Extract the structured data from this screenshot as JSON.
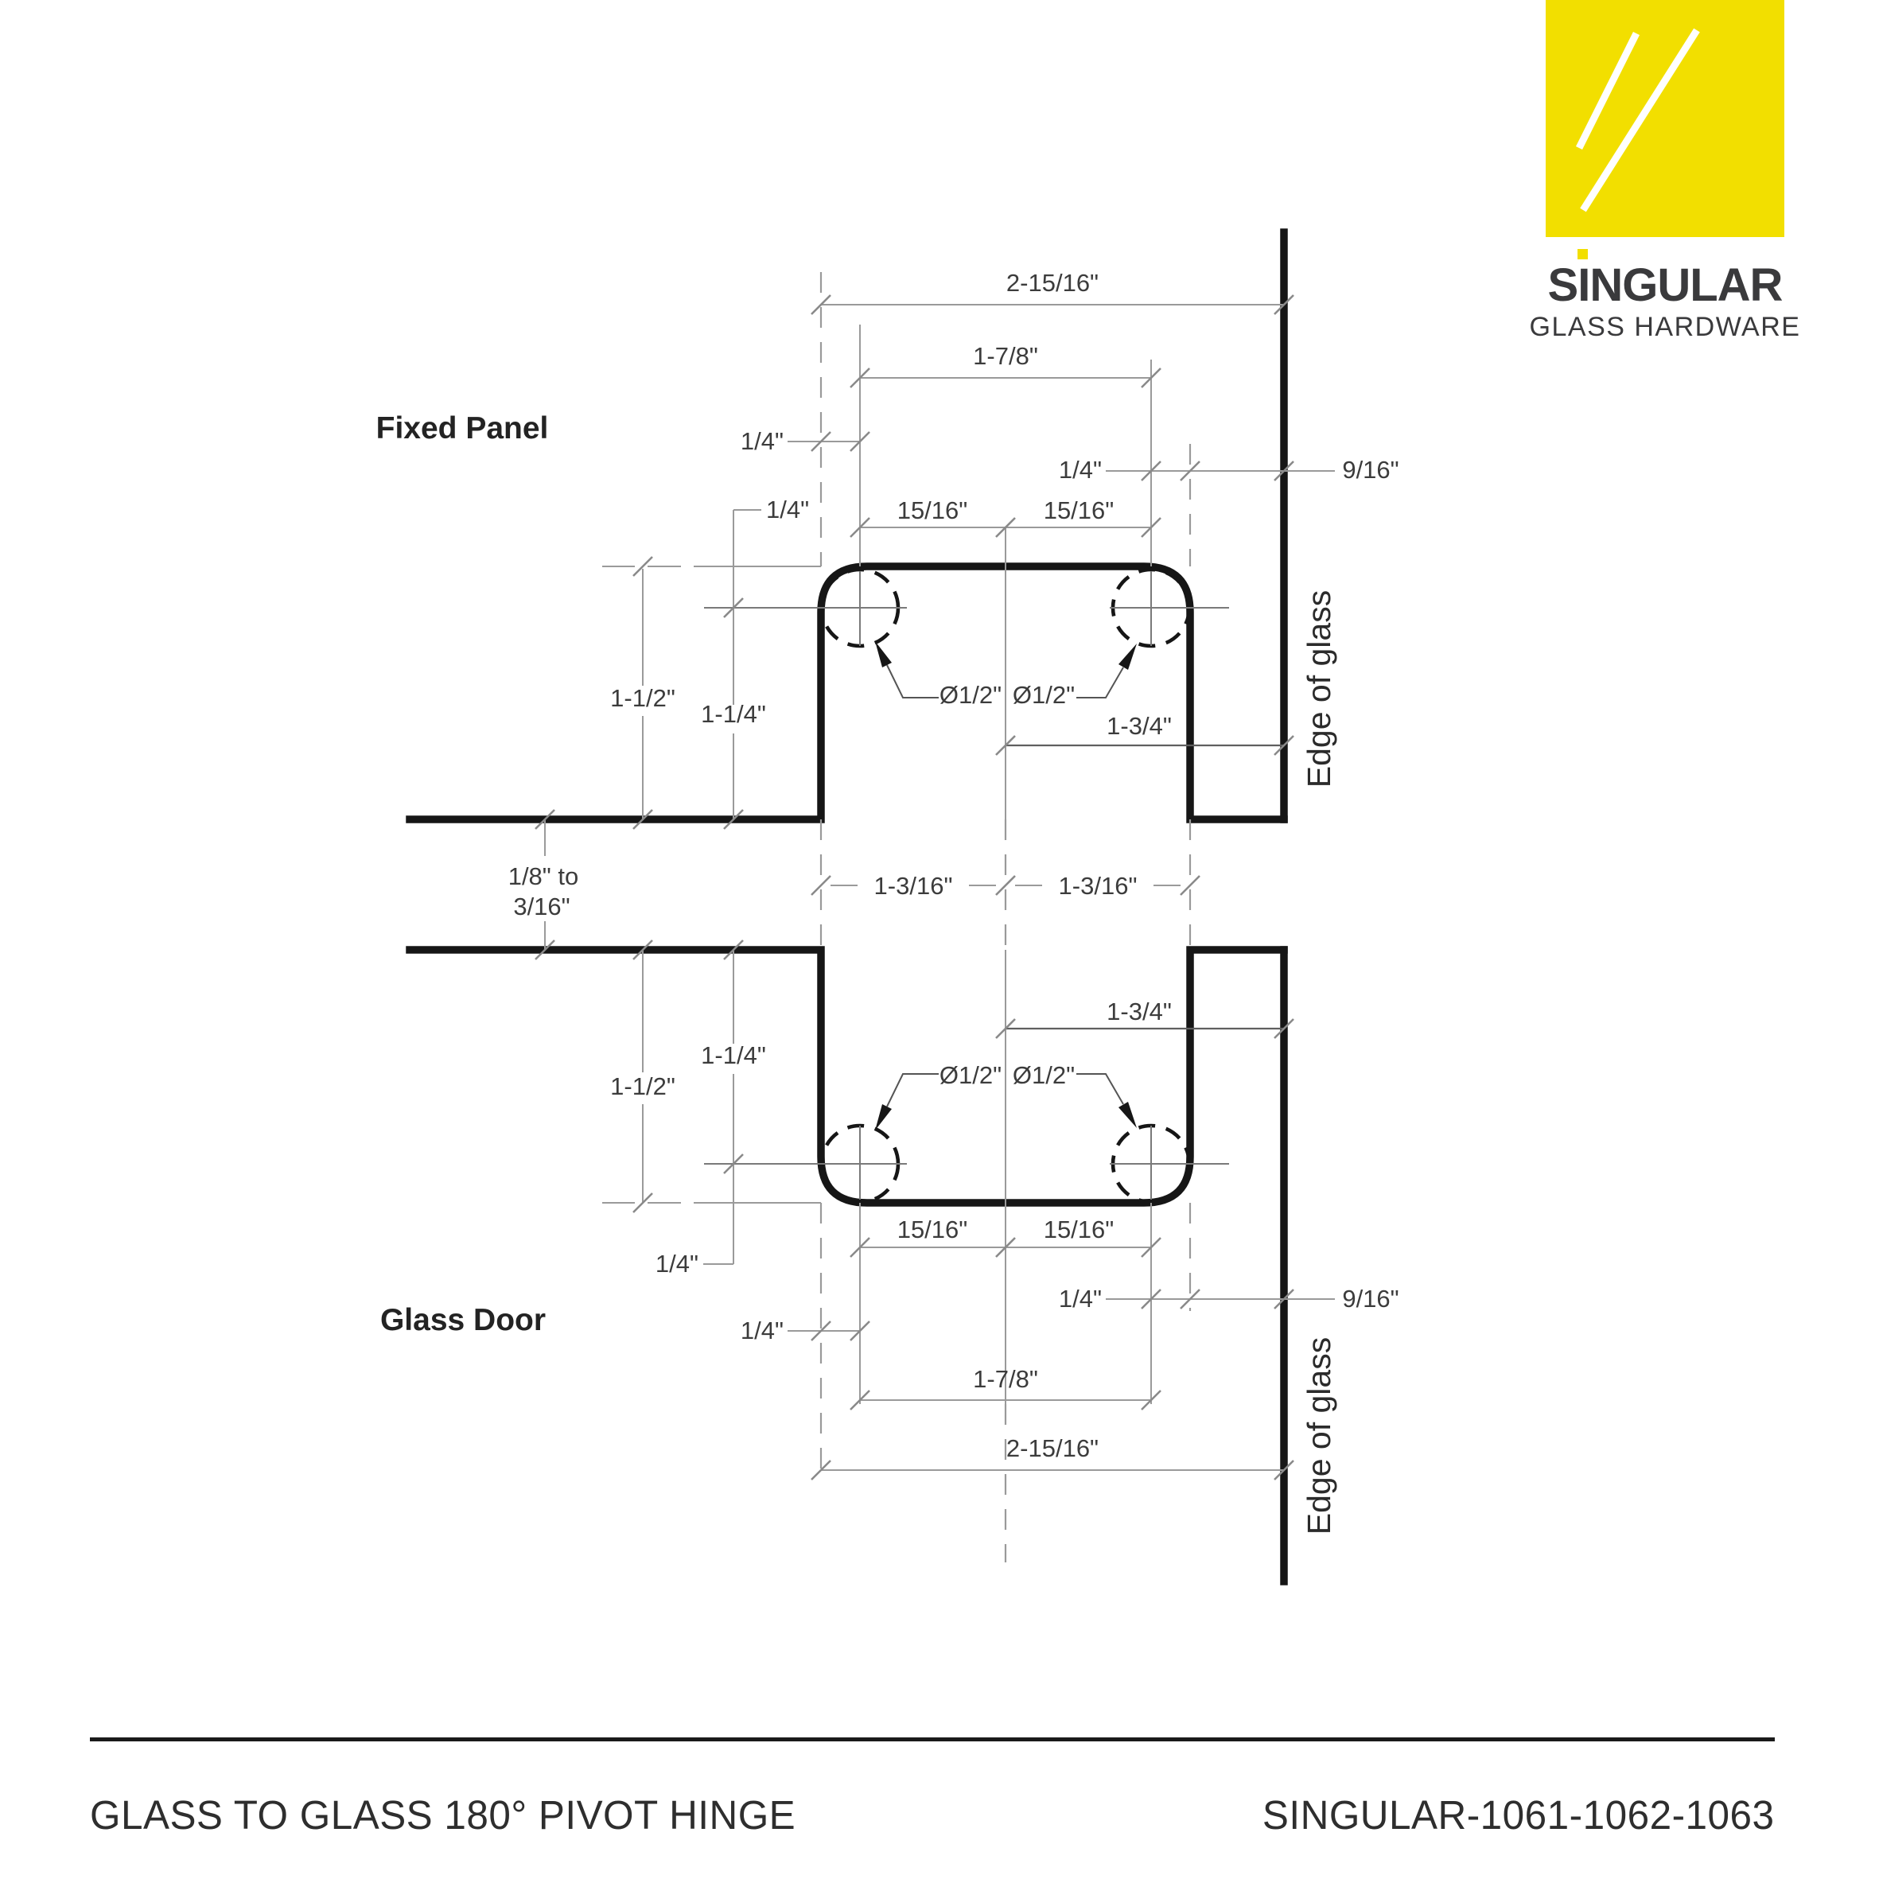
{
  "logo": {
    "brand": "SINGULAR",
    "tagline": "GLASS HARDWARE",
    "accent_color": "#F2DF00",
    "text_color": "#3a3a3c",
    "icon": "yellow-square-double-diagonal"
  },
  "drawing": {
    "fixed_panel": {
      "label": "Fixed Panel",
      "edge_label": "Edge of glass"
    },
    "glass_door": {
      "label": "Glass Door",
      "edge_label": "Edge of glass"
    },
    "dims": {
      "overall": "2-15/16\"",
      "hole_span": "1-7/8\"",
      "quarter": "1/4\"",
      "nine_sixteenths": "9/16\"",
      "fifteen_sixteenths": "15/16\"",
      "hole_dia": "Ø1/2\"",
      "center_to_edge": "1-3/4\"",
      "cutout_depth": "1-1/2\"",
      "hole_depth": "1-1/4\"",
      "gap_min": "1/8\" to",
      "gap_max": "3/16\"",
      "center_half": "1-3/16\""
    },
    "line_colors": {
      "glass_outline": "#161616",
      "dimension": "#9a9a9a"
    }
  },
  "footer": {
    "title": "GLASS TO GLASS 180° PIVOT HINGE",
    "code": "SINGULAR-1061-1062-1063"
  }
}
